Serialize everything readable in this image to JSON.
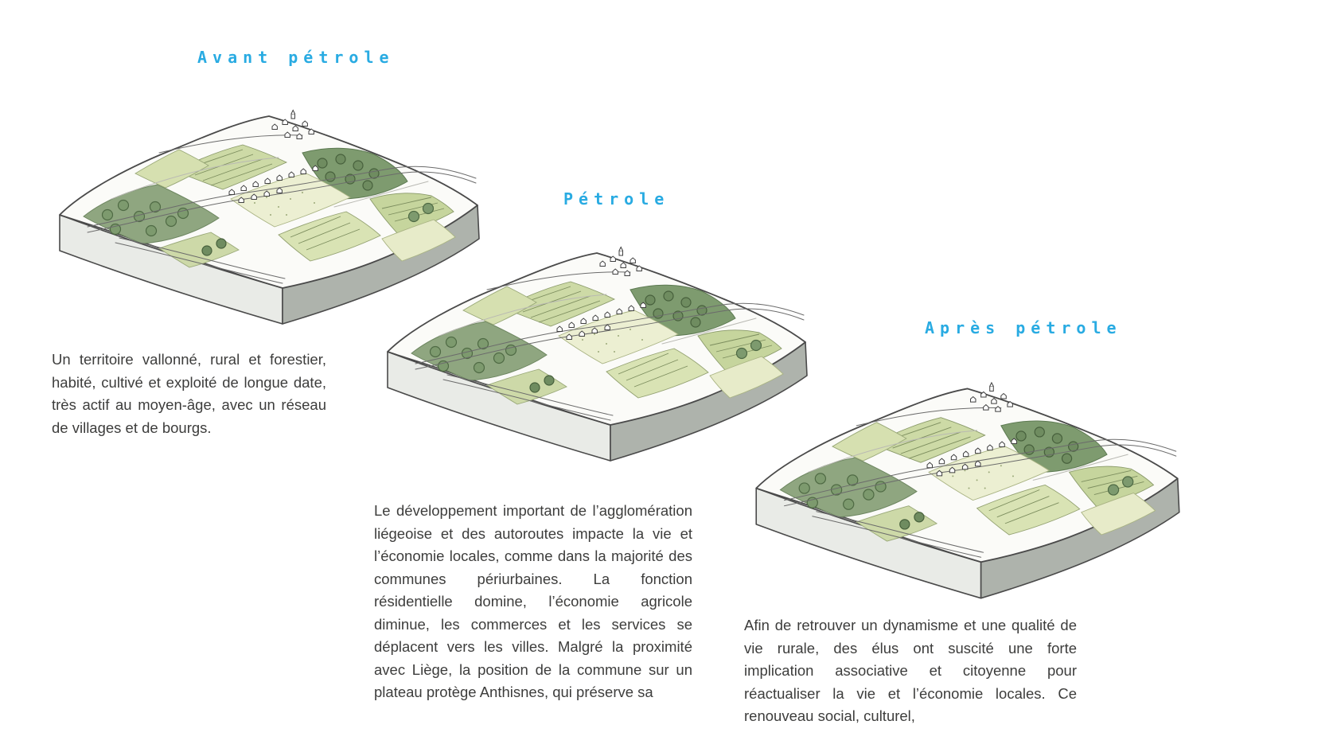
{
  "colors": {
    "accent": "#29abe2",
    "body_text": "#3d3d3c",
    "forest_dark": "#7e9b6f",
    "forest_mid": "#8fa680",
    "field_light": "#cddaa6",
    "field_cream": "#ecefd2",
    "block_side_light": "#e9ebe7",
    "block_side_dark": "#aeb3ac"
  },
  "panels": [
    {
      "id": "avant-petrole",
      "title": "Avant pétrole",
      "description": "Un territoire vallonné, rural et forestier, habité, cultivé et exploité de longue date, très actif au moyen-âge, avec un réseau de villages et de bourgs."
    },
    {
      "id": "petrole",
      "title": "Pétrole",
      "description": "Le développement important de l’agglomération liégeoise et des autoroutes impacte la vie et l’économie locales, comme dans la majorité des communes périurbaines. La fonction résidentielle domine, l’économie agricole diminue, les commerces et les services se déplacent vers les villes. Malgré la proximité avec Liège, la position de la commune sur un plateau protège Anthisnes, qui préserve sa"
    },
    {
      "id": "apres-petrole",
      "title": "Après pétrole",
      "description": "Afin de retrouver un dynamisme et une qualité de vie rurale, des élus ont suscité une forte implication associative et citoyenne pour réactualiser la vie et l’économie locales. Ce renouveau social, culturel,"
    }
  ]
}
